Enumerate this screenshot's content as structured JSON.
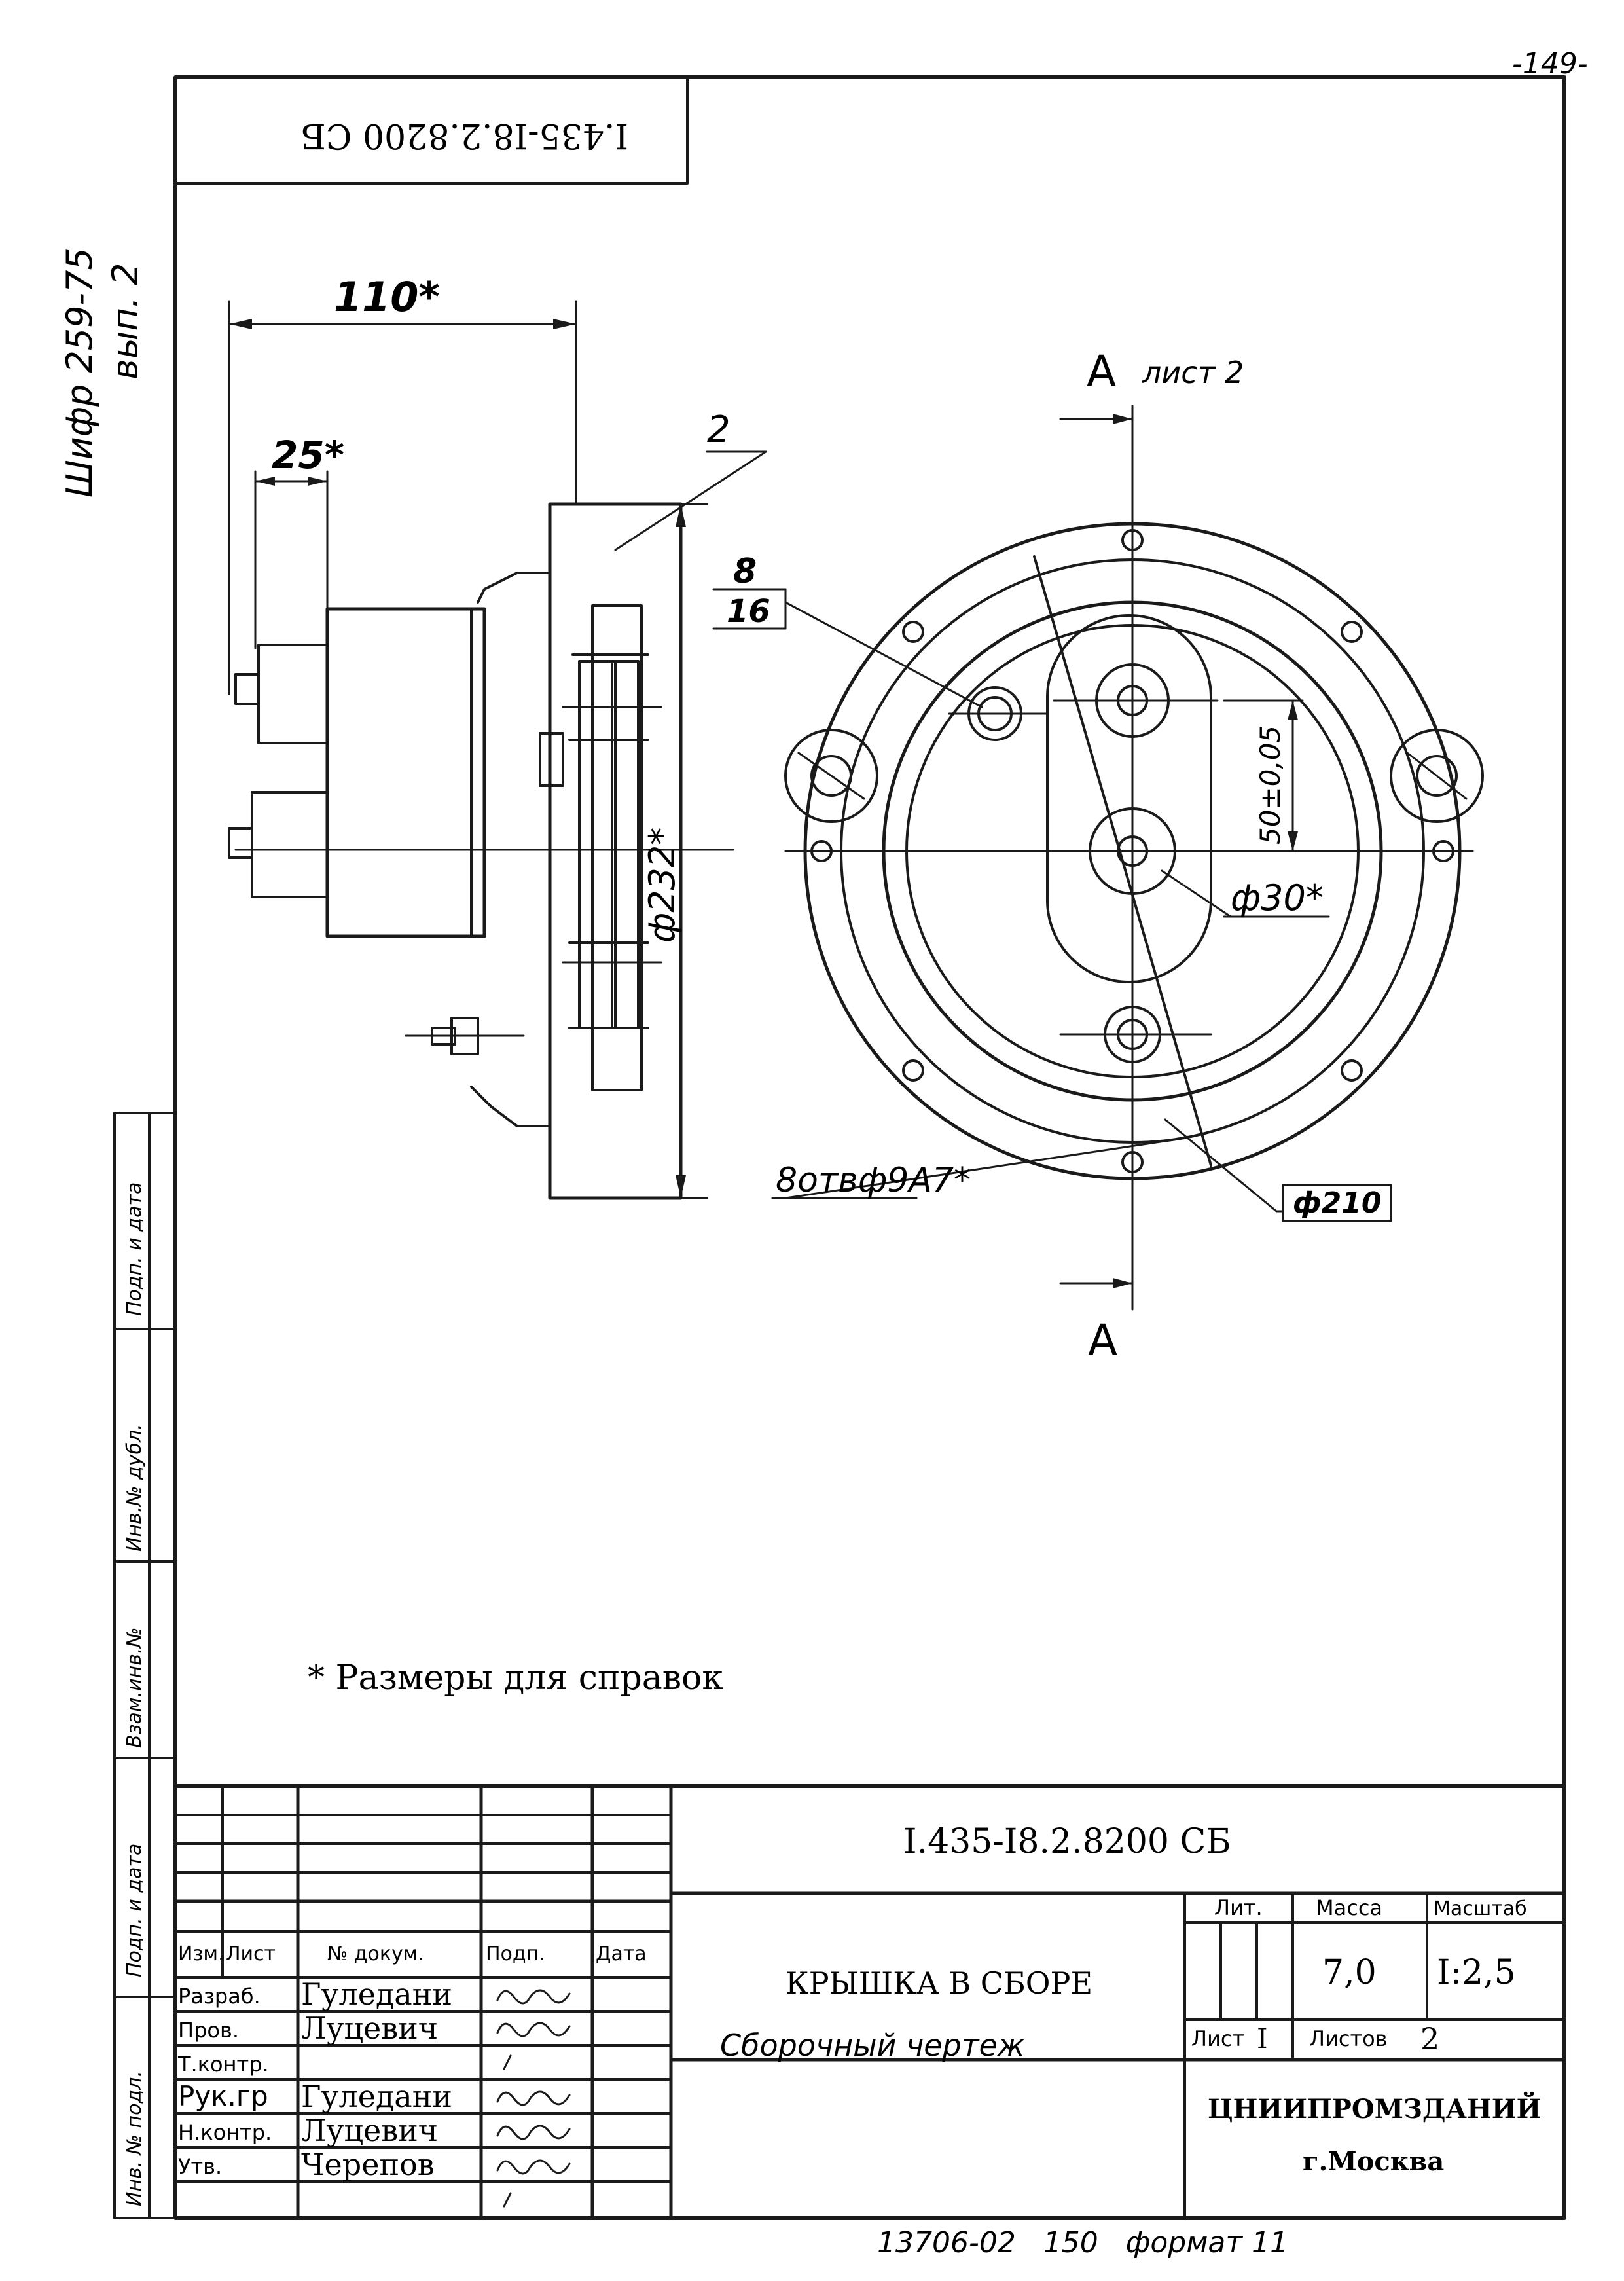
{
  "page_number": "-149-",
  "side_archive": {
    "line1": "Шифр 259-75",
    "line2": "вып. 2"
  },
  "code_stamp": "I.435-I8.2.8200 СБ",
  "note": "* Размеры для справок",
  "dimensions": {
    "width_total": "110*",
    "width_small": "25*",
    "leader_position": "2",
    "diameter_outer": "ф232*",
    "fraction_top": "8",
    "fraction_bottom": "16",
    "offset": "50±0,05",
    "diameter_hub": "ф30*",
    "holes": "8отвф9А7*",
    "bolt_circle": "ф210"
  },
  "section": {
    "top_label": "А",
    "top_note": "лист 2",
    "bottom_label": "А"
  },
  "left_strip": [
    "Инв. № подл.",
    "Подп. и дата",
    "Взам.инв.№",
    "Инв.№ дубл.",
    "Подп. и дата"
  ],
  "title_block": {
    "designation": "I.435-I8.2.8200 СБ",
    "name": "КРЫШКА В СБОРЕ",
    "doc_type": "Сборочный чертеж",
    "headers": {
      "izm": "Изм.",
      "list": "Лист",
      "doc": "№ докум.",
      "sign": "Подп.",
      "date": "Дата"
    },
    "roles": [
      {
        "role": "Разраб.",
        "name": "Гуледани"
      },
      {
        "role": "Пров.",
        "name": "Луцевич"
      },
      {
        "role": "Т.контр.",
        "name": ""
      },
      {
        "role": "Рук.гр",
        "name": "Гуледани"
      },
      {
        "role": "Н.контр.",
        "name": "Луцевич"
      },
      {
        "role": "Утв.",
        "name": "Черепов"
      }
    ],
    "lit_label": "Лит.",
    "mass_label": "Масса",
    "scale_label": "Масштаб",
    "mass": "7,0",
    "scale": "I:2,5",
    "sheet_label": "Лист",
    "sheet_value": "I",
    "sheets_label": "Листов",
    "sheets_value": "2",
    "org": "ЦНИИПРОМЗДАНИЙ",
    "city": "г.Москва"
  },
  "footer": "13706-02   150   формат 11"
}
